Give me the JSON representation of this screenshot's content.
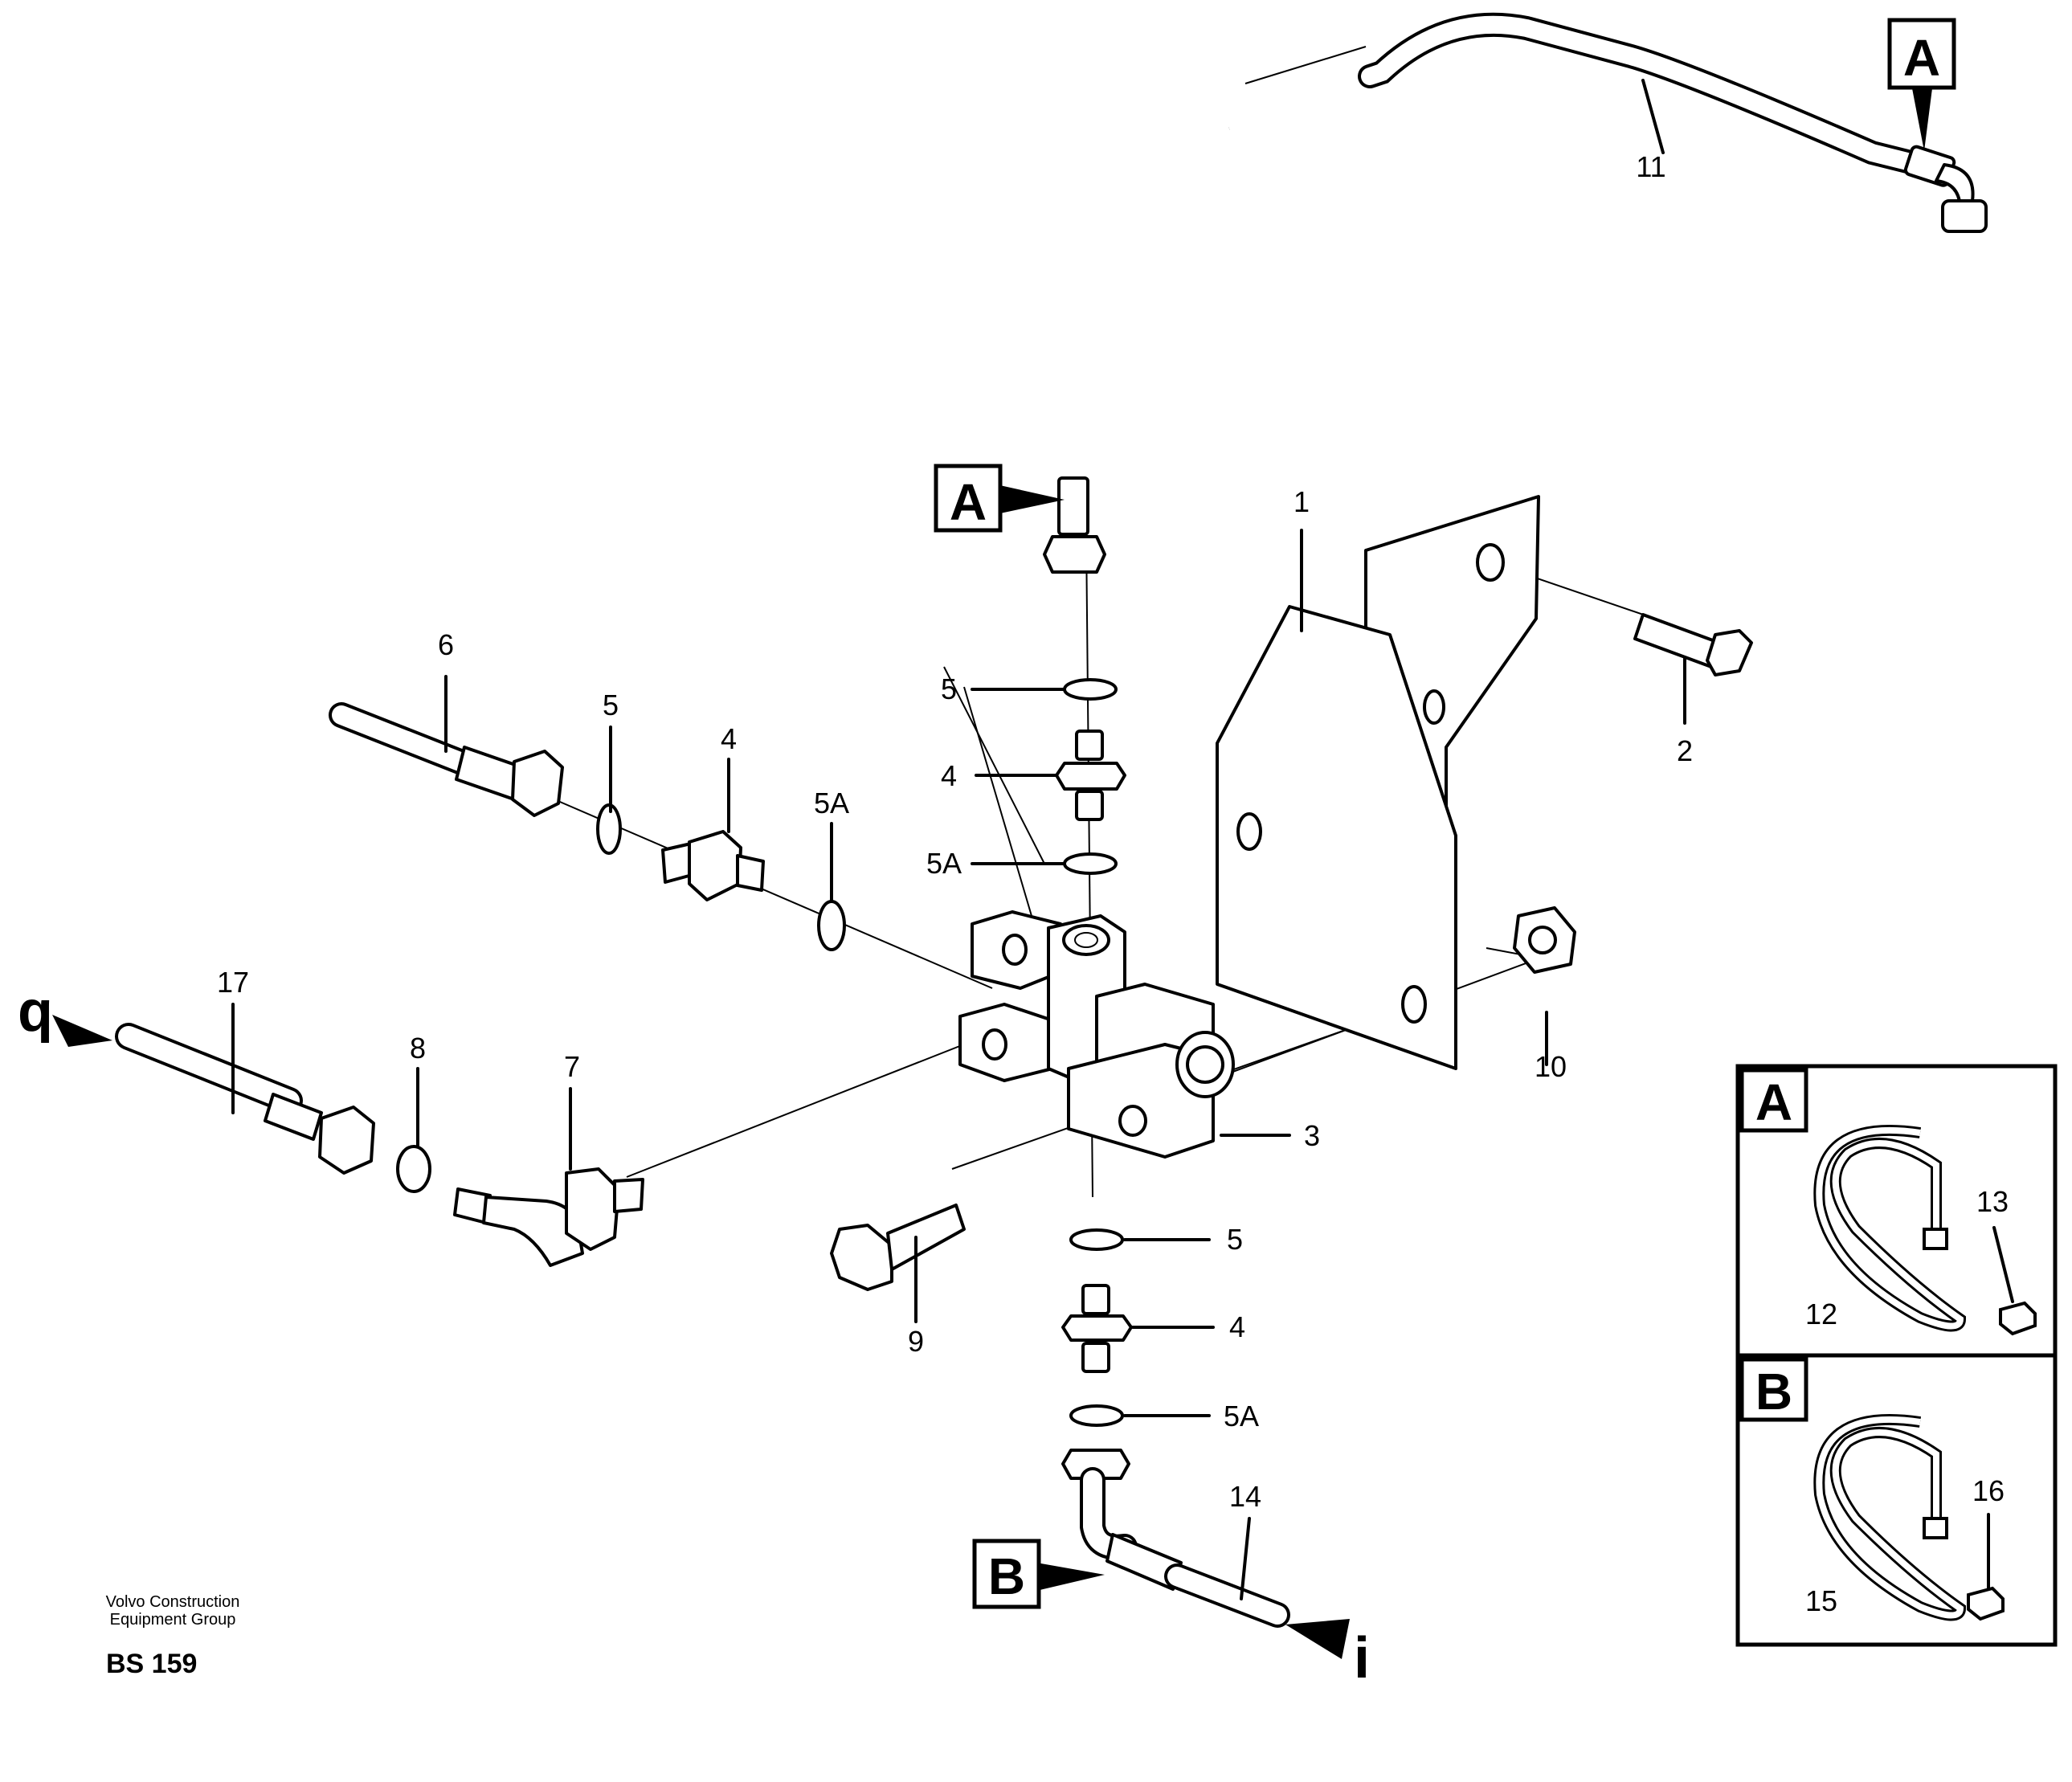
{
  "part_labels": {
    "p1": "1",
    "p2": "2",
    "p3": "3",
    "p4_top": "4",
    "p4_left": "4",
    "p4_bottom": "4",
    "p5_top": "5",
    "p5_left": "5",
    "p5_bottom": "5",
    "p5a_top": "5A",
    "p5a_left": "5A",
    "p5a_bottom": "5A",
    "p6": "6",
    "p7": "7",
    "p8": "8",
    "p9": "9",
    "p10": "10",
    "p11": "11",
    "p12": "12",
    "p13": "13",
    "p14": "14",
    "p15": "15",
    "p16": "16",
    "p17": "17"
  },
  "callouts": {
    "a_top": "A",
    "a_mid": "A",
    "b_bottom": "B",
    "inset_a": "A",
    "inset_b": "B"
  },
  "flow_markers": {
    "q": "q",
    "i": "i"
  },
  "footer": {
    "company_line1": "Volvo Construction",
    "company_line2": "Equipment Group",
    "code": "BS 159"
  }
}
